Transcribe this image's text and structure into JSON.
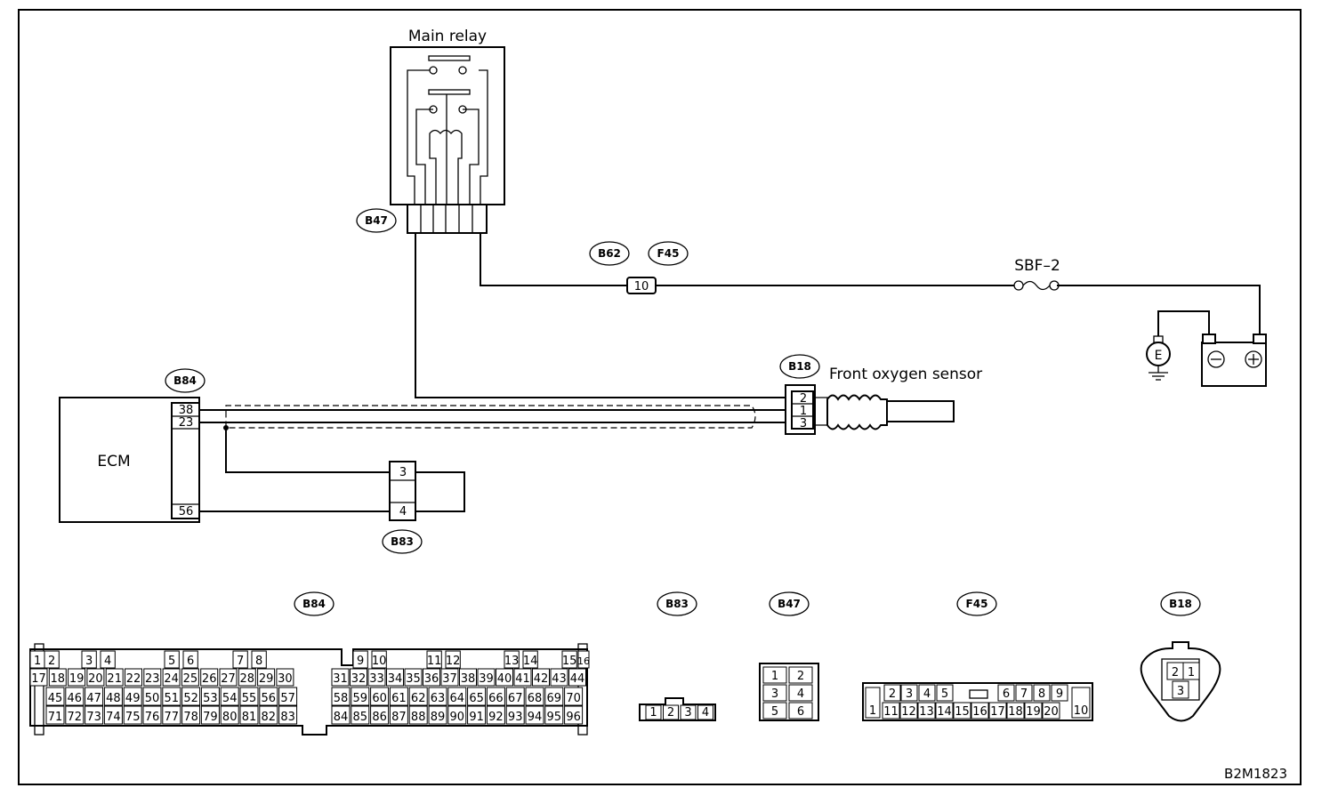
{
  "labels": {
    "main_relay": "Main relay",
    "ecm": "ECM",
    "front_o2": "Front oxygen sensor",
    "fuse": "SBF–2",
    "fig_id": "B2M1823",
    "ground": "E"
  },
  "tags": {
    "b47": "B47",
    "b62": "B62",
    "f45": "F45",
    "b84": "B84",
    "b18": "B18",
    "b83": "B83"
  },
  "pins": {
    "b62_f45": "10",
    "ecm_38": "38",
    "ecm_23": "23",
    "ecm_56": "56",
    "b18_2": "2",
    "b18_1": "1",
    "b18_3": "3",
    "b83_3": "3",
    "b83_4": "4"
  },
  "connector_faces": {
    "b84": [
      [
        "1",
        "2",
        "3",
        "4",
        "5",
        "6",
        "7",
        "8",
        "9",
        "10",
        "11",
        "12",
        "13",
        "14",
        "15",
        "16"
      ],
      [
        "17",
        "18",
        "19",
        "20",
        "21",
        "22",
        "23",
        "24",
        "25",
        "26",
        "27",
        "28",
        "29",
        "30",
        "31",
        "32",
        "33",
        "34",
        "35",
        "36",
        "37",
        "38",
        "39",
        "40",
        "41",
        "42",
        "43",
        "44"
      ],
      [
        "45",
        "46",
        "47",
        "48",
        "49",
        "50",
        "51",
        "52",
        "53",
        "54",
        "55",
        "56",
        "57",
        "58",
        "59",
        "60",
        "61",
        "62",
        "63",
        "64",
        "65",
        "66",
        "67",
        "68",
        "69",
        "70"
      ],
      [
        "71",
        "72",
        "73",
        "74",
        "75",
        "76",
        "77",
        "78",
        "79",
        "80",
        "81",
        "82",
        "83",
        "84",
        "85",
        "86",
        "87",
        "88",
        "89",
        "90",
        "91",
        "92",
        "93",
        "94",
        "95",
        "96"
      ]
    ],
    "b83": [
      "1",
      "2",
      "3",
      "4"
    ],
    "b47": [
      "1",
      "2",
      "3",
      "4",
      "5",
      "6"
    ],
    "f45": {
      "left": "1",
      "top": [
        "2",
        "3",
        "4",
        "5",
        "6",
        "7",
        "8",
        "9"
      ],
      "bottom": [
        "11",
        "12",
        "13",
        "14",
        "15",
        "16",
        "17",
        "18",
        "19",
        "20"
      ],
      "right": "10"
    },
    "b18": [
      "2",
      "1",
      "3"
    ]
  }
}
